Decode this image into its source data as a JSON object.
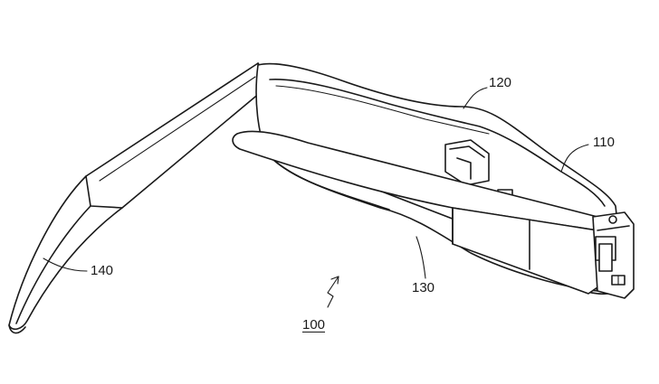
{
  "labels": {
    "ref_110": "110",
    "ref_120": "120",
    "ref_130": "130",
    "ref_140": "140",
    "ref_100": "100"
  },
  "colors": {
    "line": "#1a1a1a",
    "background": "#ffffff"
  }
}
